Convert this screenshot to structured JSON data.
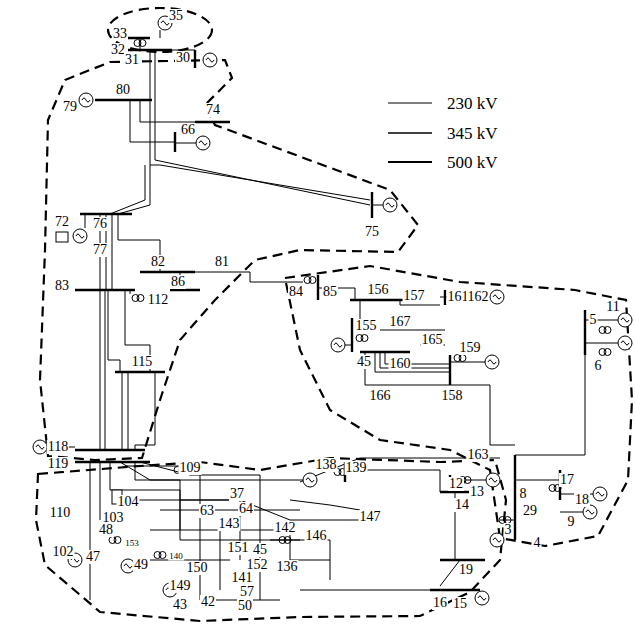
{
  "diagram": {
    "labels": [
      "35",
      "33",
      "32",
      "31",
      "30",
      "80",
      "79",
      "74",
      "66",
      "75",
      "72",
      "76",
      "77",
      "82",
      "81",
      "86",
      "83",
      "112",
      "84",
      "85",
      "156",
      "157",
      "161",
      "162",
      "167",
      "165",
      "155",
      "45",
      "160",
      "159",
      "158",
      "166",
      "5",
      "11",
      "6",
      "115",
      "118",
      "119",
      "163",
      "12",
      "13",
      "8",
      "17",
      "18",
      "29",
      "9",
      "3",
      "4",
      "109",
      "138",
      "139",
      "14",
      "37",
      "104",
      "147",
      "110",
      "103",
      "63",
      "64",
      "143",
      "146",
      "142",
      "102",
      "47",
      "48",
      "49",
      "151",
      "45",
      "152",
      "136",
      "150",
      "141",
      "57",
      "149",
      "43",
      "42",
      "50",
      "19",
      "16",
      "15",
      "153",
      "140"
    ],
    "legend": [
      {
        "text": "230 kV"
      },
      {
        "text": "345 kV"
      },
      {
        "text": "500 kV"
      }
    ]
  }
}
